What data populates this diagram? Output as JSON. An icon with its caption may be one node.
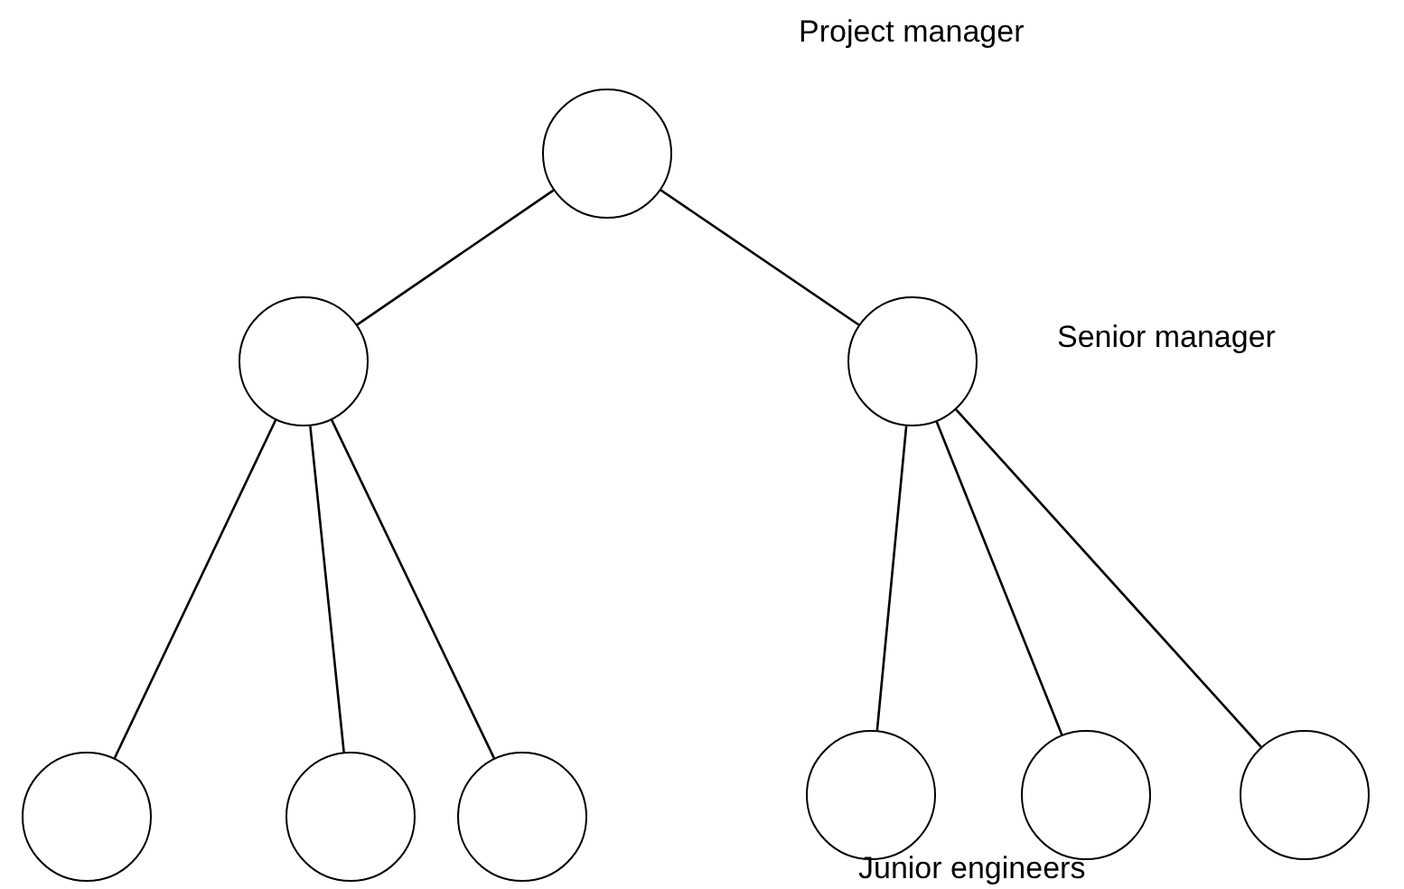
{
  "diagram": {
    "nodes": [
      {
        "text": [],
        "shape": "circle"
      },
      {
        "text": [],
        "shape": "circle"
      },
      {
        "text": [],
        "shape": "circle"
      },
      {
        "text": [],
        "shape": "circle"
      },
      {
        "text": [],
        "shape": "circle"
      },
      {
        "text": [],
        "shape": "circle"
      },
      {
        "text": [],
        "shape": "circle"
      },
      {
        "text": [],
        "shape": "circle"
      },
      {
        "text": [],
        "shape": "circle"
      }
    ],
    "edges": [
      {
        "from": 0,
        "to": 1,
        "arrow": "none"
      },
      {
        "from": 0,
        "to": 2,
        "arrow": "none"
      },
      {
        "from": 1,
        "to": 3,
        "arrow": "none"
      },
      {
        "from": 1,
        "to": 4,
        "arrow": "none"
      },
      {
        "from": 1,
        "to": 5,
        "arrow": "none"
      },
      {
        "from": 2,
        "to": 6,
        "arrow": "none"
      },
      {
        "from": 2,
        "to": 7,
        "arrow": "none"
      },
      {
        "from": 2,
        "to": 8,
        "arrow": "none"
      }
    ],
    "labels": [
      "Project manager",
      "Senior manager",
      "Junior engineers"
    ]
  }
}
